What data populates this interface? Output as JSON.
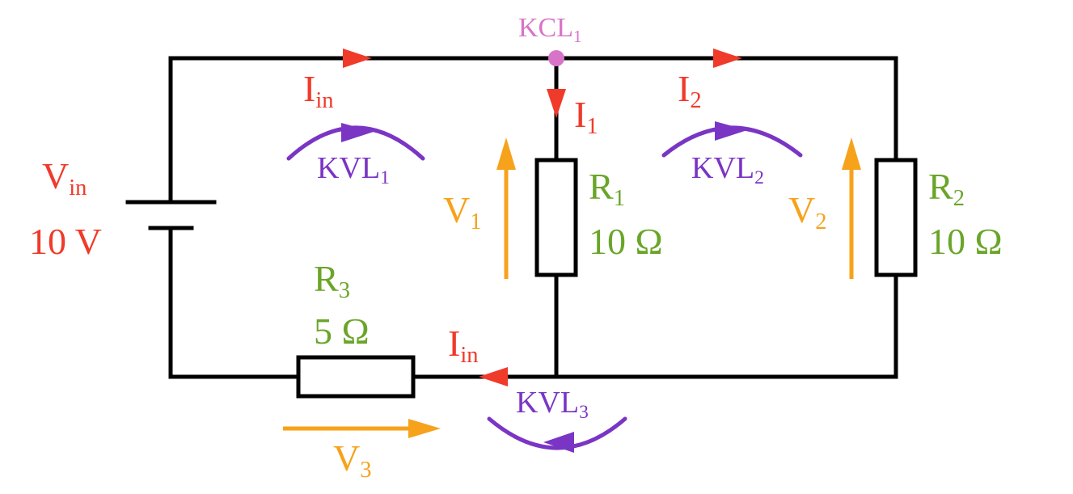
{
  "colors": {
    "wire": "#000000",
    "current": "#f03a2a",
    "voltage": "#f7a21b",
    "kvl": "#7a35c4",
    "resistor_label": "#6aa529",
    "kcl": "#d774c8"
  },
  "source": {
    "symbol": "V",
    "subscript": "in",
    "value": "10 V"
  },
  "resistors": [
    {
      "id": "R1",
      "symbol": "R",
      "subscript": "1",
      "value": "10 Ω"
    },
    {
      "id": "R2",
      "symbol": "R",
      "subscript": "2",
      "value": "10 Ω"
    },
    {
      "id": "R3",
      "symbol": "R",
      "subscript": "3",
      "value": "5 Ω"
    }
  ],
  "currents": [
    {
      "id": "I_in_top",
      "symbol": "I",
      "subscript": "in"
    },
    {
      "id": "I1",
      "symbol": "I",
      "subscript": "1"
    },
    {
      "id": "I2",
      "symbol": "I",
      "subscript": "2"
    },
    {
      "id": "I_in_bottom",
      "symbol": "I",
      "subscript": "in"
    }
  ],
  "voltages": [
    {
      "id": "V1",
      "symbol": "V",
      "subscript": "1"
    },
    {
      "id": "V2",
      "symbol": "V",
      "subscript": "2"
    },
    {
      "id": "V3",
      "symbol": "V",
      "subscript": "3"
    }
  ],
  "loops": [
    {
      "id": "KVL1",
      "symbol": "KVL",
      "subscript": "1"
    },
    {
      "id": "KVL2",
      "symbol": "KVL",
      "subscript": "2"
    },
    {
      "id": "KVL3",
      "symbol": "KVL",
      "subscript": "3"
    }
  ],
  "node": {
    "symbol": "KCL",
    "subscript": "1"
  }
}
